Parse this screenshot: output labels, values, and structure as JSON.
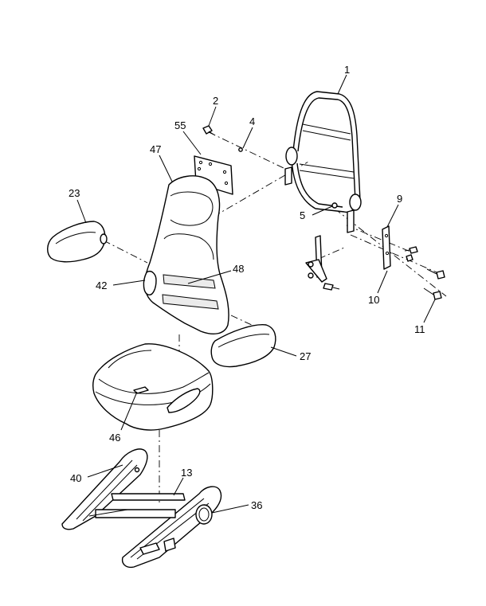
{
  "callouts": [
    {
      "id": "c1",
      "text": "1"
    },
    {
      "id": "c2",
      "text": "2"
    },
    {
      "id": "c4",
      "text": "4"
    },
    {
      "id": "c55",
      "text": "55"
    },
    {
      "id": "c47",
      "text": "47"
    },
    {
      "id": "c23",
      "text": "23"
    },
    {
      "id": "c5",
      "text": "5"
    },
    {
      "id": "c9",
      "text": "9"
    },
    {
      "id": "c48",
      "text": "48"
    },
    {
      "id": "c42",
      "text": "42"
    },
    {
      "id": "c10",
      "text": "10"
    },
    {
      "id": "c11",
      "text": "11"
    },
    {
      "id": "c27",
      "text": "27"
    },
    {
      "id": "c46",
      "text": "46"
    },
    {
      "id": "c40",
      "text": "40"
    },
    {
      "id": "c13",
      "text": "13"
    },
    {
      "id": "c36",
      "text": "36"
    }
  ]
}
